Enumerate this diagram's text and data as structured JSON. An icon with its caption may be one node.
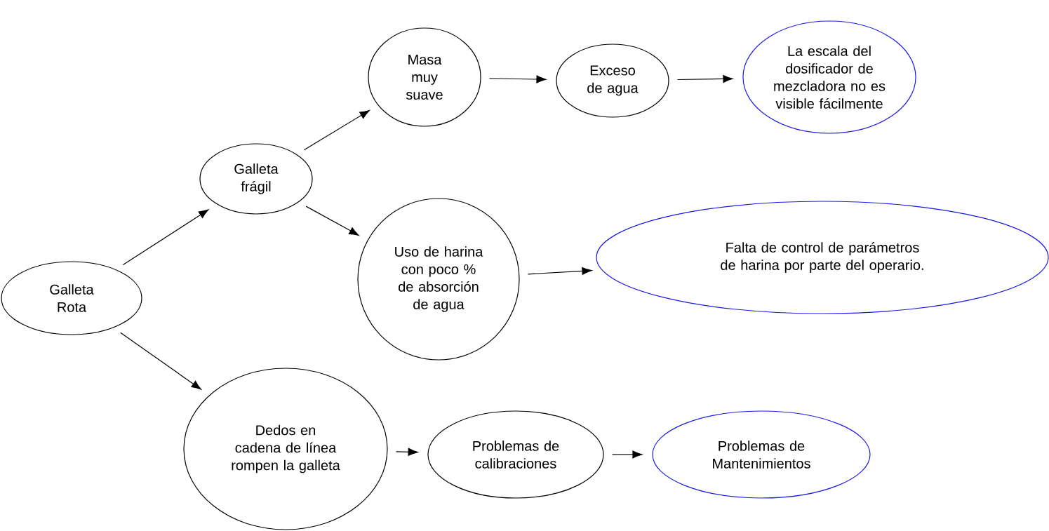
{
  "diagram": {
    "nodes": [
      {
        "text": [
          "Galleta Rota"
        ]
      },
      {
        "text": [
          "Galleta frágil"
        ]
      },
      {
        "text": [
          "Masa muy suave"
        ]
      },
      {
        "text": [
          "Exceso de agua"
        ]
      },
      {
        "text": [
          "La escala del dosificador de mezcladora no es visible fácilmente"
        ]
      },
      {
        "text": [
          "Uso de harina con poco % de absorción de agua"
        ]
      },
      {
        "text": [
          "Falta de control de parámetros de harina por parte del operario."
        ]
      },
      {
        "text": [
          "Dedos en cadena de línea rompen la galleta"
        ]
      },
      {
        "text": [
          "Problemas de calibraciones"
        ]
      },
      {
        "text": [
          "Problemas de Mantenimientos"
        ]
      }
    ],
    "edges": [
      {
        "from": 0,
        "to": 1,
        "arrow": "to"
      },
      {
        "from": 1,
        "to": 2,
        "arrow": "to"
      },
      {
        "from": 2,
        "to": 3,
        "arrow": "to"
      },
      {
        "from": 3,
        "to": 4,
        "arrow": "to"
      },
      {
        "from": 1,
        "to": 5,
        "arrow": "to"
      },
      {
        "from": 5,
        "to": 6,
        "arrow": "to"
      },
      {
        "from": 0,
        "to": 7,
        "arrow": "to"
      },
      {
        "from": 7,
        "to": 8,
        "arrow": "to"
      },
      {
        "from": 8,
        "to": 9,
        "arrow": "to"
      }
    ]
  }
}
